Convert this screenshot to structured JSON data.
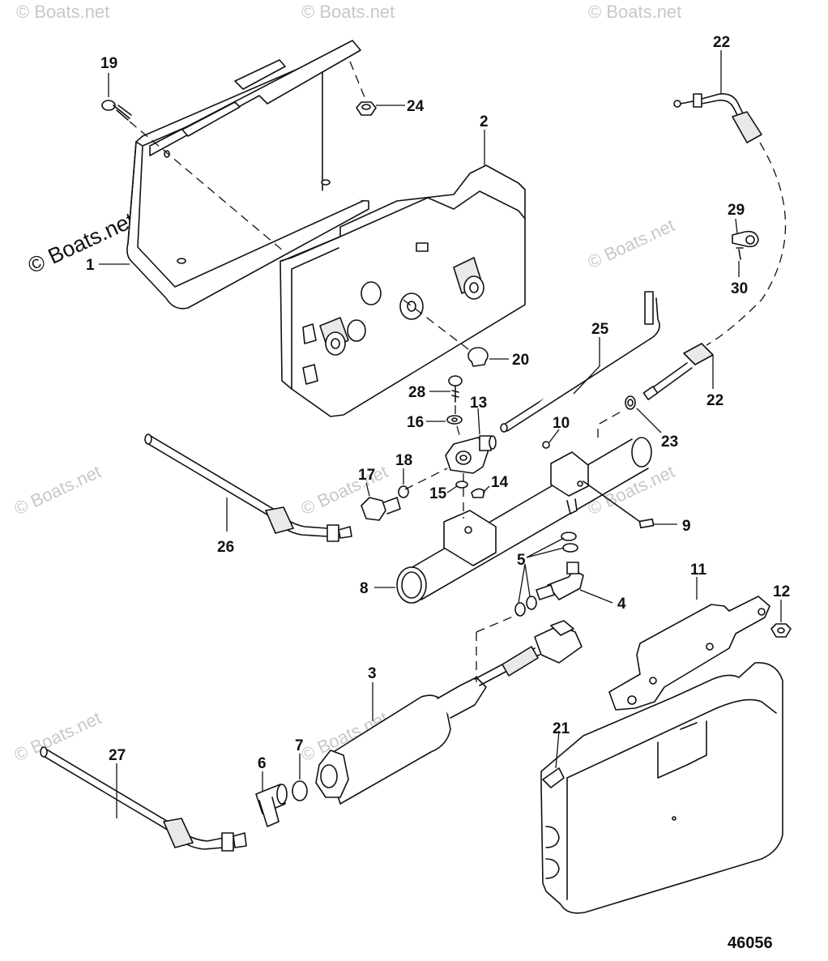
{
  "watermark": {
    "main": "© Boats.net",
    "faint": "© Boats.net"
  },
  "figure_number": "46056",
  "callouts": [
    {
      "id": "c19",
      "label": "19"
    },
    {
      "id": "c24",
      "label": "24"
    },
    {
      "id": "c2",
      "label": "2"
    },
    {
      "id": "c22a",
      "label": "22"
    },
    {
      "id": "c29",
      "label": "29"
    },
    {
      "id": "c30",
      "label": "30"
    },
    {
      "id": "c1",
      "label": "1"
    },
    {
      "id": "c25",
      "label": "25"
    },
    {
      "id": "c20",
      "label": "20"
    },
    {
      "id": "c22b",
      "label": "22"
    },
    {
      "id": "c28",
      "label": "28"
    },
    {
      "id": "c13",
      "label": "13"
    },
    {
      "id": "c16",
      "label": "16"
    },
    {
      "id": "c10",
      "label": "10"
    },
    {
      "id": "c23",
      "label": "23"
    },
    {
      "id": "c17",
      "label": "17"
    },
    {
      "id": "c18",
      "label": "18"
    },
    {
      "id": "c15",
      "label": "15"
    },
    {
      "id": "c14",
      "label": "14"
    },
    {
      "id": "c26",
      "label": "26"
    },
    {
      "id": "c9",
      "label": "9"
    },
    {
      "id": "c5",
      "label": "5"
    },
    {
      "id": "c8",
      "label": "8"
    },
    {
      "id": "c4",
      "label": "4"
    },
    {
      "id": "c11",
      "label": "11"
    },
    {
      "id": "c12",
      "label": "12"
    },
    {
      "id": "c3",
      "label": "3"
    },
    {
      "id": "c7",
      "label": "7"
    },
    {
      "id": "c6",
      "label": "6"
    },
    {
      "id": "c21",
      "label": "21"
    },
    {
      "id": "c27",
      "label": "27"
    }
  ]
}
